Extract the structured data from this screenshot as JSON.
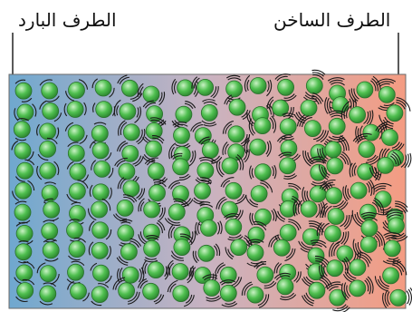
{
  "labels": {
    "cold_end": "الطرف البارد",
    "hot_end": "الطرف الساخن"
  },
  "colors": {
    "cold": "#6fa8cf",
    "hot": "#f49c82",
    "particle": "#4fbf4f",
    "particle_highlight": "#c9f2c4",
    "vibration_lines": "#1a1a1a"
  },
  "particles": {
    "columns": 15,
    "rows": 11,
    "vibration": "increases from cold end to hot end"
  }
}
